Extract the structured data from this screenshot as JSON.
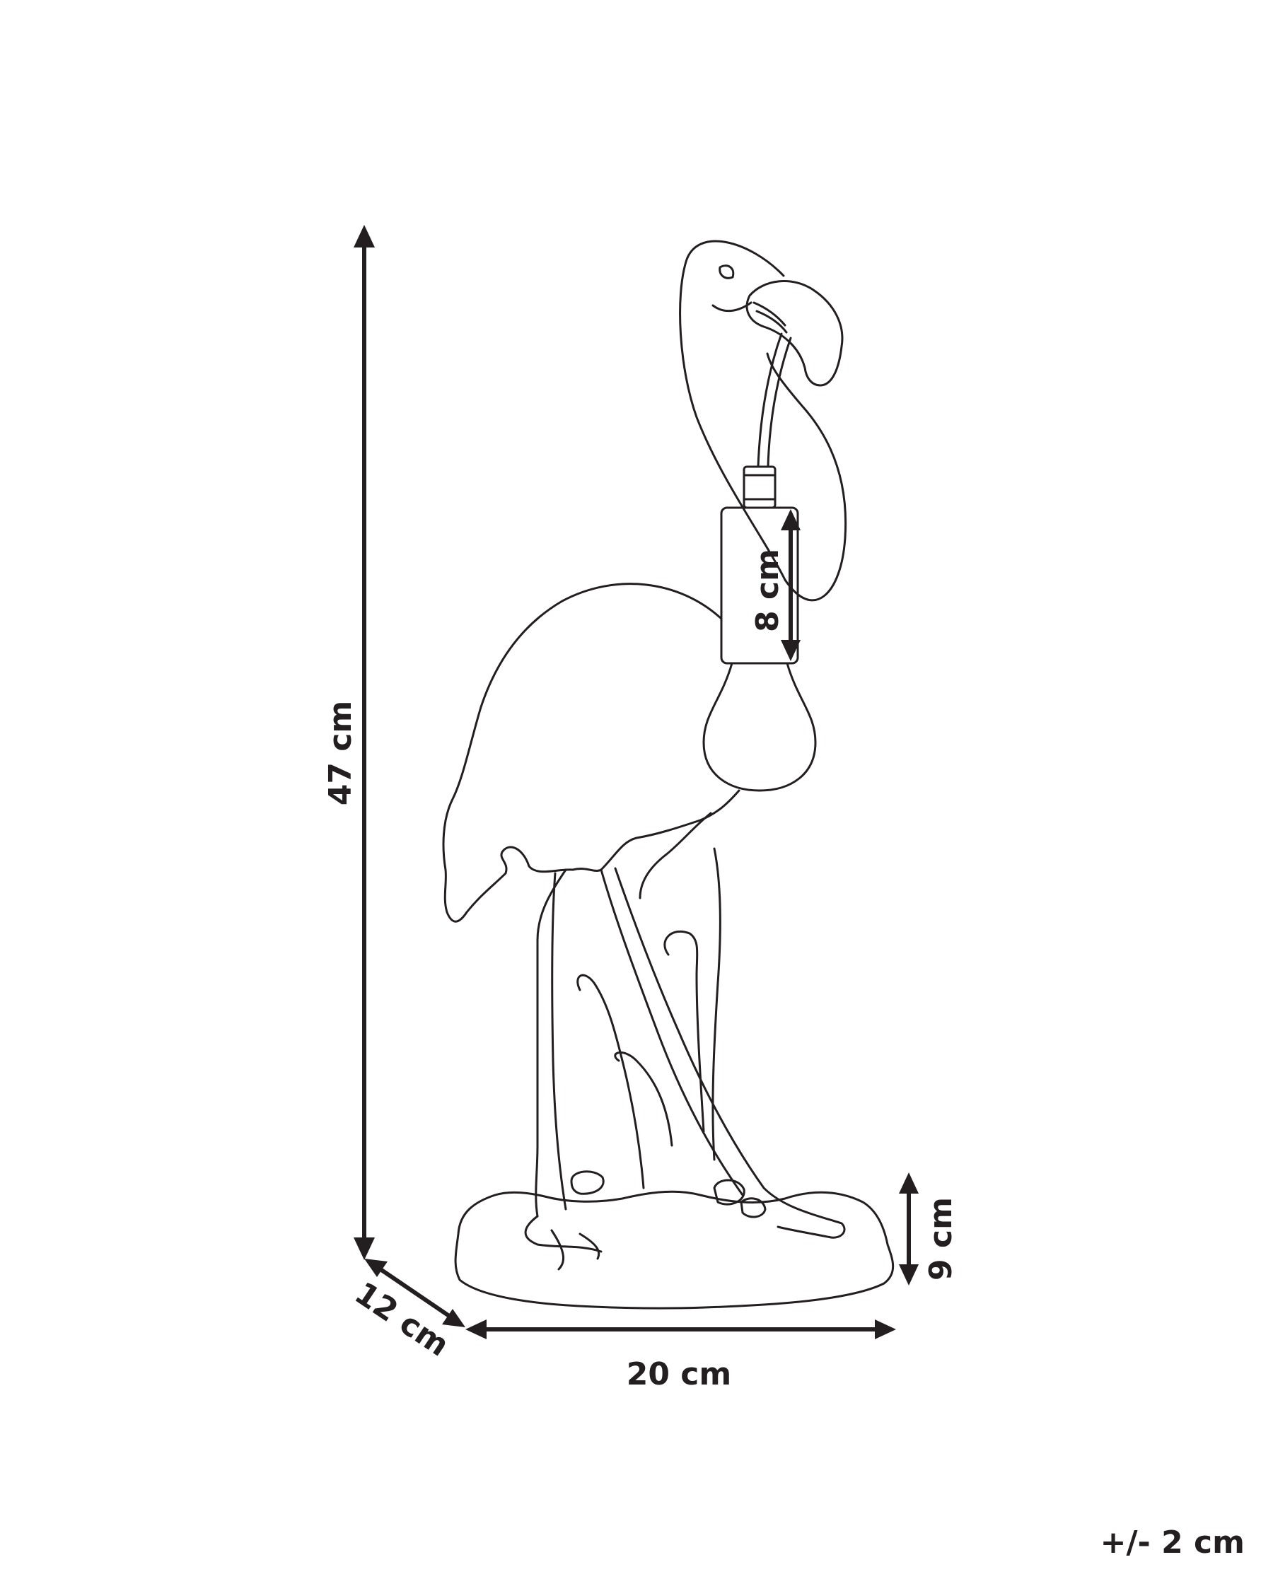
{
  "dimensions": {
    "height_total": "47 cm",
    "socket_height": "8 cm",
    "base_height": "9 cm",
    "width": "20 cm",
    "depth": "12 cm"
  },
  "tolerance": "+/- 2 cm",
  "colors": {
    "ink": "#231f20",
    "background": "#ffffff"
  }
}
